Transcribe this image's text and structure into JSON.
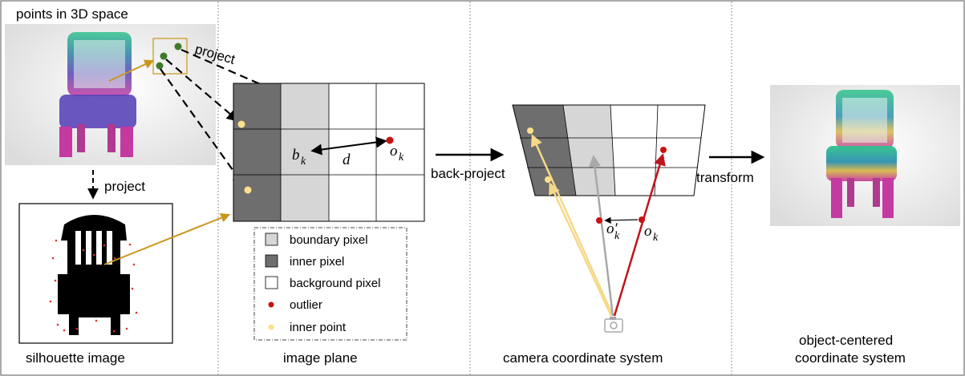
{
  "labels": {
    "points_3d": "points in 3D space",
    "project_top": "project",
    "project_down": "project",
    "silhouette_image": "silhouette image",
    "image_plane": "image plane",
    "back_project": "back-project",
    "camera_coordinate_system": "camera coordinate system",
    "transform": "transform",
    "object_centered_line1": "object-centered",
    "object_centered_line2": "coordinate system"
  },
  "math": {
    "b": "b",
    "k": "k",
    "d": "d",
    "o": "o",
    "o_prime": "o′"
  },
  "legend": [
    {
      "label": "boundary pixel",
      "swatch": "boundary"
    },
    {
      "label": "inner pixel",
      "swatch": "inner"
    },
    {
      "label": "background pixel",
      "swatch": "background"
    },
    {
      "label": "outlier",
      "swatch": "outlier"
    },
    {
      "label": "inner point",
      "swatch": "innerpoint"
    }
  ],
  "colors": {
    "inner_pixel": "#6e6e6e",
    "boundary_pixel": "#d6d6d6",
    "background_pixel": "#ffffff",
    "outlier": "#cc1111",
    "inner_point": "#ffe08a",
    "arrow_gold": "#c9971c",
    "ray_red": "#c0141c",
    "ray_gray": "#a8a8a8",
    "ray_yellow": "#f5d98a",
    "point_green": "#3f7a2a"
  },
  "icons": {
    "camera": "camera-icon"
  }
}
